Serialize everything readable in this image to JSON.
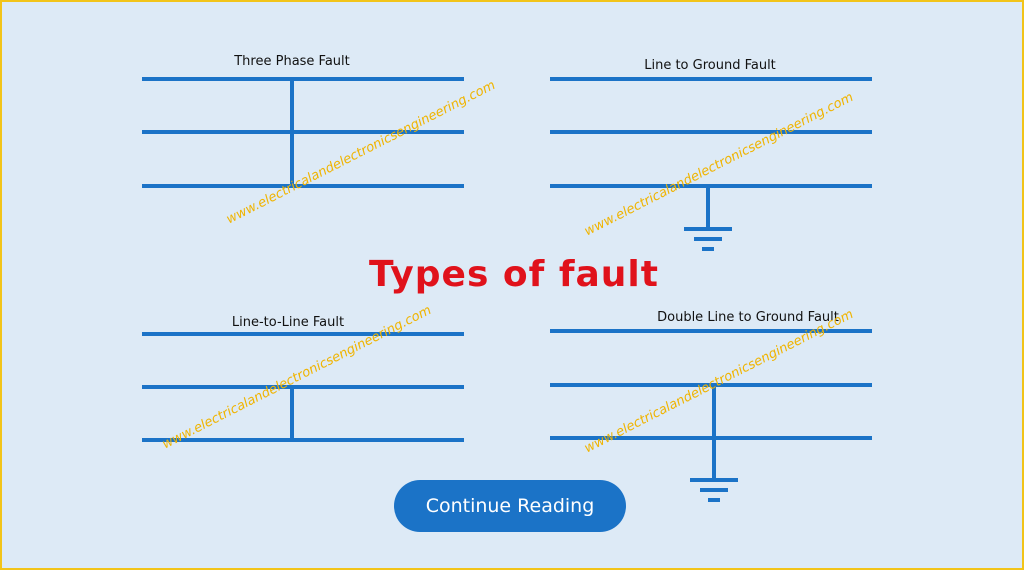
{
  "title": "Types of fault",
  "button": {
    "label": "Continue Reading"
  },
  "watermark": "www.electricalandelectronicsengineering.com",
  "colors": {
    "line": "#1b73c7",
    "title": "#e0121b",
    "watermark": "#f0b400",
    "background": "#ddeaf6",
    "border": "#f2c419",
    "button": "#1b73c7"
  },
  "panels": [
    {
      "label": "Three Phase Fault"
    },
    {
      "label": "Line to Ground Fault"
    },
    {
      "label": "Line-to-Line Fault"
    },
    {
      "label": "Double Line to Ground Fault"
    }
  ]
}
